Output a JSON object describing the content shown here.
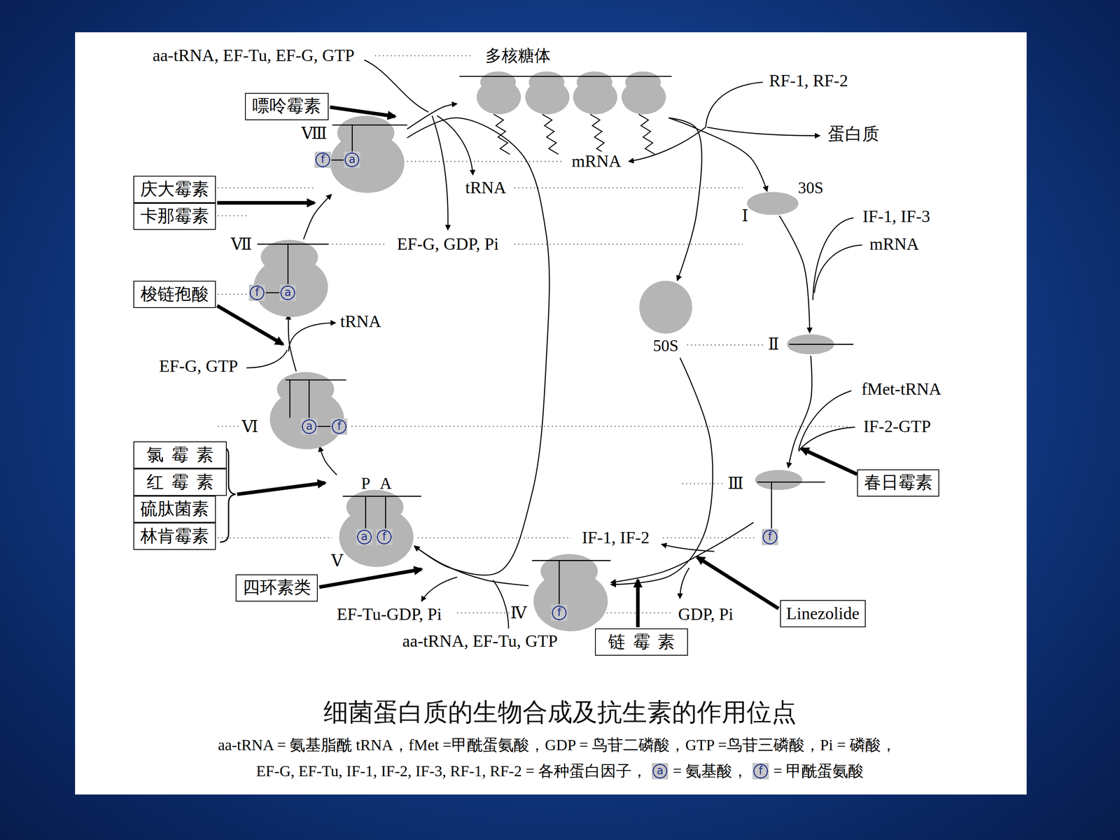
{
  "diagram": {
    "title": "细菌蛋白质的生物合成及抗生素的作用位点",
    "nodes": [
      {
        "text": [
          "多核糖体"
        ]
      },
      {
        "text": [
          "30S",
          "Ⅰ"
        ]
      },
      {
        "text": [
          "50S"
        ]
      },
      {
        "text": [
          "Ⅱ"
        ]
      },
      {
        "text": [
          "Ⅲ",
          "f"
        ]
      },
      {
        "text": [
          "Ⅳ",
          "f"
        ]
      },
      {
        "text": [
          "Ⅴ",
          "P",
          "A",
          "a",
          "f"
        ]
      },
      {
        "text": [
          "Ⅵ",
          "a",
          "f"
        ]
      },
      {
        "text": [
          "Ⅶ",
          "f",
          "a"
        ]
      },
      {
        "text": [
          "Ⅷ",
          "f",
          "a"
        ]
      },
      {
        "text": [
          "嘌呤霉素"
        ]
      },
      {
        "text": [
          "庆大霉素"
        ]
      },
      {
        "text": [
          "卡那霉素"
        ]
      },
      {
        "text": [
          "梭链孢酸"
        ]
      },
      {
        "text": [
          "氯霉素"
        ]
      },
      {
        "text": [
          "红霉素"
        ]
      },
      {
        "text": [
          "硫肽菌素"
        ]
      },
      {
        "text": [
          "林肯霉素"
        ]
      },
      {
        "text": [
          "四环素类"
        ]
      },
      {
        "text": [
          "链霉素"
        ]
      },
      {
        "text": [
          "春日霉素"
        ]
      },
      {
        "text": [
          "Linezolide"
        ]
      }
    ],
    "edges": [
      {
        "from": 0,
        "to": 1,
        "arrow": "to"
      },
      {
        "from": 0,
        "to": 2,
        "arrow": "to"
      },
      {
        "from": 1,
        "to": 3,
        "arrow": "to"
      },
      {
        "from": 3,
        "to": 4,
        "arrow": "to"
      },
      {
        "from": 4,
        "to": 5,
        "arrow": "to"
      },
      {
        "from": 2,
        "to": 5,
        "arrow": "to"
      },
      {
        "from": 5,
        "to": 6,
        "arrow": "to"
      },
      {
        "from": 6,
        "to": 7,
        "arrow": "to"
      },
      {
        "from": 7,
        "to": 8,
        "arrow": "to"
      },
      {
        "from": 8,
        "to": 9,
        "arrow": "to"
      },
      {
        "from": 9,
        "to": 0,
        "arrow": "to"
      },
      {
        "from": 9,
        "to": 6,
        "arrow": "to"
      }
    ],
    "labels": [
      "aa-tRNA, EF-Tu, EF-G, GTP",
      "tRNA",
      "EF-G, GDP, Pi",
      "RF-1, RF-2",
      "蛋白质",
      "mRNA",
      "IF-1, IF-3",
      "mRNA",
      "fMet-tRNA",
      "IF-2-GTP",
      "IF-1, IF-2",
      "GDP, Pi",
      "EF-Tu-GDP, Pi",
      "aa-tRNA, EF-Tu, GTP",
      "EF-G, GTP",
      "tRNA",
      "aa-tRNA = 氨基脂酰 tRNA，fMet =甲酰蛋氨酸，GDP = 鸟苷二磷酸，GTP =鸟苷三磷酸，Pi = 磷酸，",
      "EF-G, EF-Tu, IF-1, IF-2, IF-3, RF-1, RF-2 = 各种蛋白因子，",
      "a",
      "= 氨基酸，",
      "f",
      "= 甲酰蛋氨酸"
    ]
  }
}
